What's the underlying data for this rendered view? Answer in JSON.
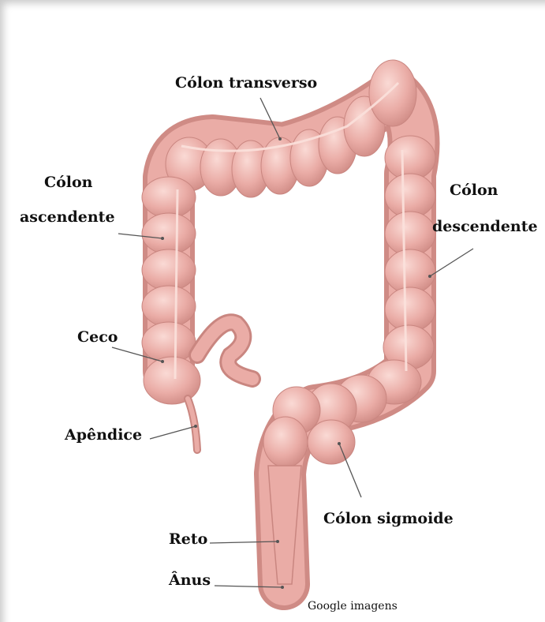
{
  "diagram": {
    "labels": {
      "colon_transverso": "Cólon transverso",
      "colon_ascendente_l1": "Cólon",
      "colon_ascendente_l2": "ascendente",
      "colon_descendente_l1": "Cólon",
      "colon_descendente_l2": "descendente",
      "ceco": "Ceco",
      "apendice": "Apêndice",
      "colon_sigmoide": "Cólon sigmoide",
      "reto": "Reto",
      "anus": "Ânus"
    },
    "credit": "Google imagens"
  },
  "colors": {
    "tissue": "#e8a9a4",
    "tissue_light": "#f6cfc9",
    "tissue_dark": "#c98680",
    "leader_line": "#555555"
  }
}
